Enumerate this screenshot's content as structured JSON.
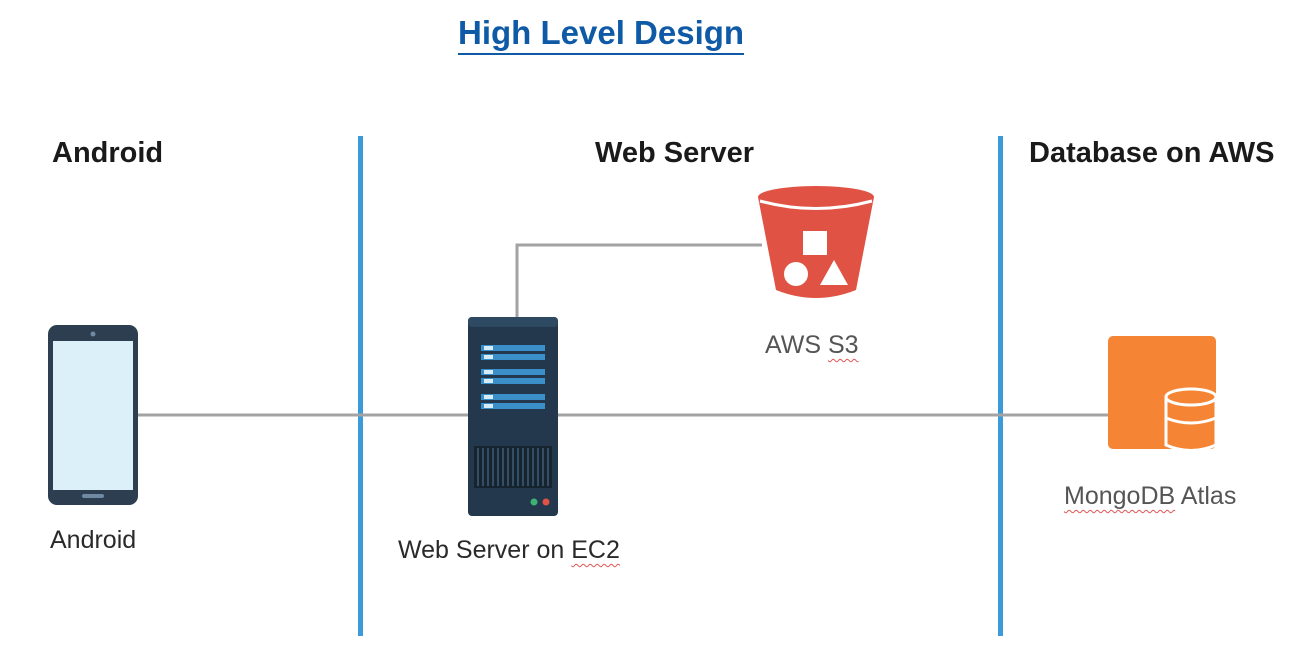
{
  "title": "High Level Design",
  "columns": {
    "android": "Android",
    "web_server": "Web Server",
    "database": "Database on AWS"
  },
  "nodes": {
    "android_label": "Android",
    "ec2": {
      "prefix": "Web Server on ",
      "suffix": "EC2"
    },
    "s3": {
      "prefix": "AWS ",
      "suffix": "S3"
    },
    "mongodb": {
      "prefix": "MongoDB",
      "suffix": " Atlas"
    }
  },
  "colors": {
    "title": "#0f5aa6",
    "divider": "#3b9ad9",
    "connector": "#a3a3a3",
    "phone_body": "#2c3e50",
    "phone_screen": "#dcf0fa",
    "server_body": "#23384d",
    "server_slot": "#3a8fc9",
    "s3_bucket": "#e05243",
    "mongodb_icon": "#f58534"
  }
}
